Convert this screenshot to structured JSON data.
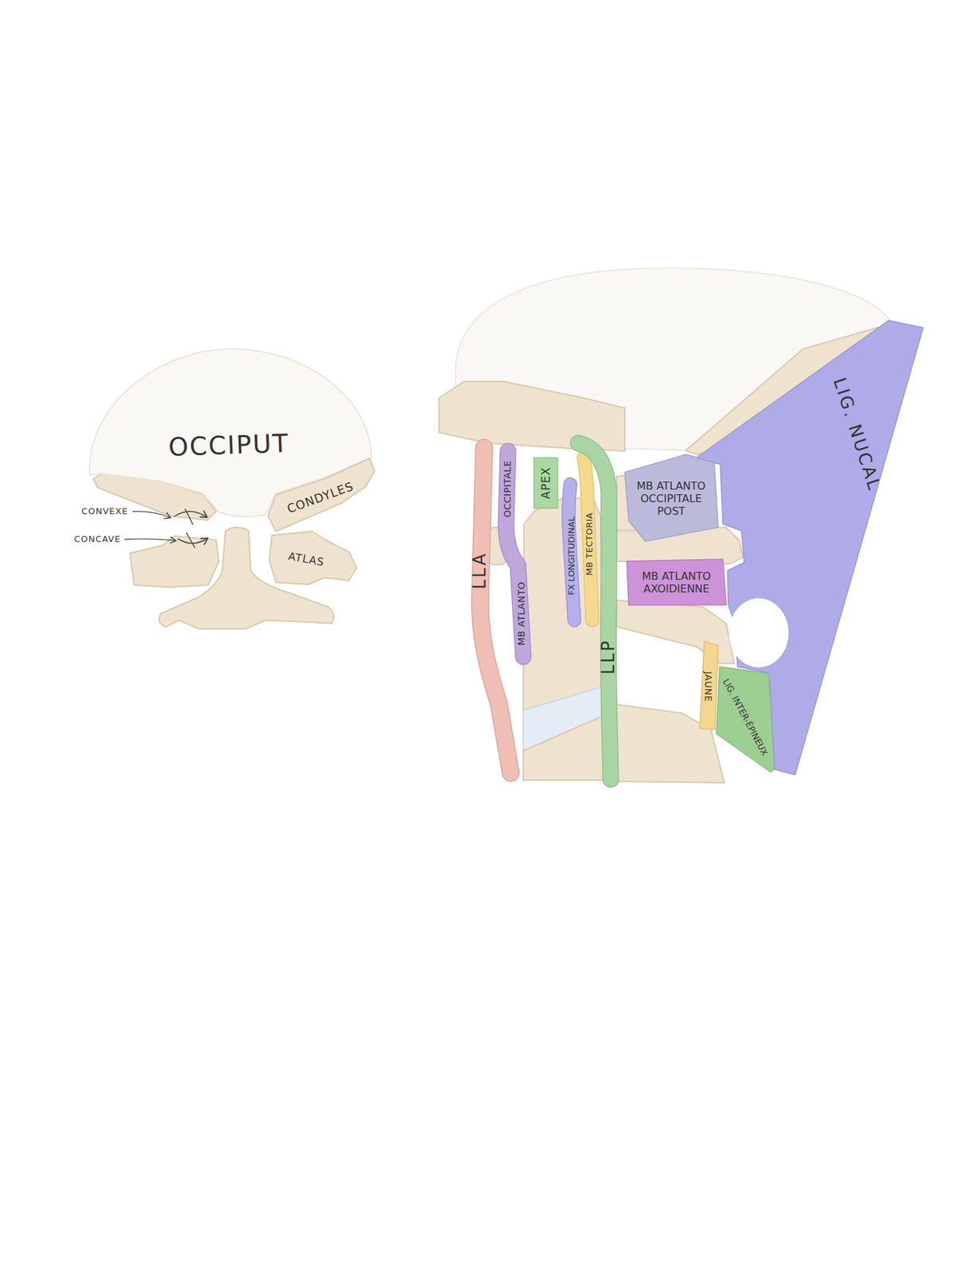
{
  "diagram": {
    "nodes": [
      {
        "text": [
          "OCCIPUT"
        ]
      },
      {
        "text": [
          "CONDYLES"
        ]
      },
      {
        "text": [
          "ATLAS"
        ]
      },
      {
        "text": [
          "LLA"
        ]
      },
      {
        "text": [
          "MB ATLANTO",
          "OCCIPITALE"
        ]
      },
      {
        "text": [
          "APEX"
        ]
      },
      {
        "text": [
          "FX LONGITUDINAL"
        ]
      },
      {
        "text": [
          "MB TECTORIA"
        ]
      },
      {
        "text": [
          "LLP"
        ]
      },
      {
        "text": [
          "MB ATLANTO OCCIPITALE POST"
        ]
      },
      {
        "text": [
          "MB ATLANTO AXOIDIENNE"
        ]
      },
      {
        "text": [
          "JAUNE"
        ]
      },
      {
        "text": [
          "LIG. INTER-ÉPINEUX"
        ]
      },
      {
        "text": [
          "LIG. NUCAL"
        ]
      }
    ],
    "labels": [
      "CONVEXE",
      "CONCAVE"
    ]
  }
}
